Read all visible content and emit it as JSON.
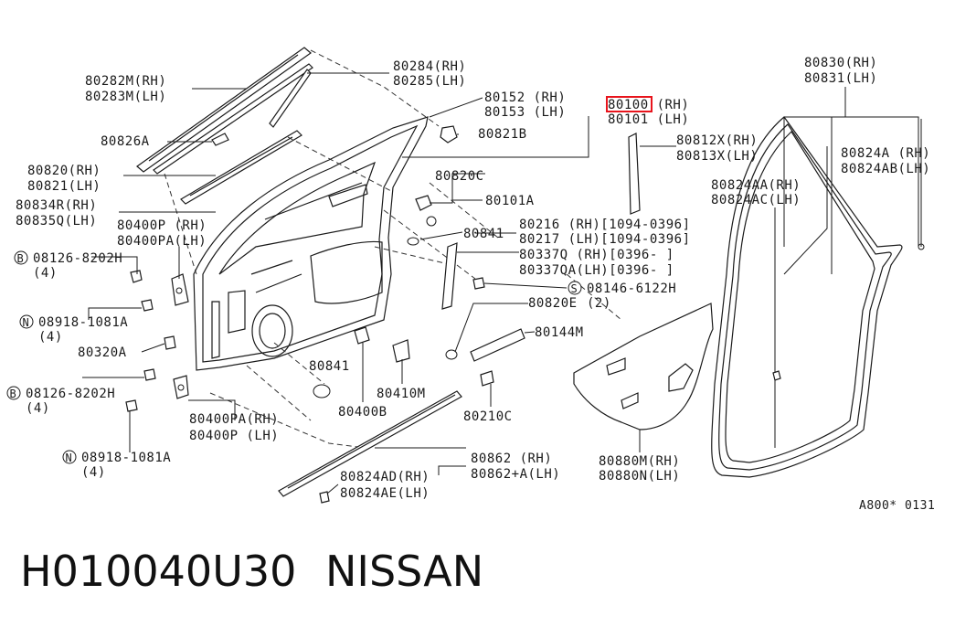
{
  "diagram": {
    "labels": {
      "l80284": "80284(RH)",
      "l80285": "80285(LH)",
      "l80282m": "80282M(RH)",
      "l80283m": "80283M(LH)",
      "l80152": "80152 (RH)",
      "l80153": "80153 (LH)",
      "l80100": "80100 (RH)",
      "l80101": "80101 (LH)",
      "l80830": "80830(RH)",
      "l80831": "80831(LH)",
      "l80826a": "80826A",
      "l80821b": "80821B",
      "l80812x": "80812X(RH)",
      "l80813x": "80813X(LH)",
      "l80824a": "80824A (RH)",
      "l80824ab": "80824AB(LH)",
      "l80820rh": "80820(RH)",
      "l80821lh": "80821(LH)",
      "l80820c": "80820C",
      "l80824aa": "80824AA(RH)",
      "l80824ac": "80824AC(LH)",
      "l80101a": "80101A",
      "l80834r": "80834R(RH)",
      "l80835q": "80835Q(LH)",
      "l80400p_a": "80400P (RH)",
      "l80400pa_a": "80400PA(LH)",
      "l80841_a": "80841",
      "l80216": "80216 (RH)[1094-0396]",
      "l80217": "80217 (LH)[1094-0396]",
      "l80337q": "80337Q (RH)[0396-    ]",
      "l80337qa": "80337QA(LH)[0396-    ]",
      "l08126_a": "08126-8202H",
      "l08126_a_qty": "(4)",
      "l08146": "08146-6122H",
      "l08146_qty": "(2)",
      "l08918_a": "08918-1081A",
      "l08918_a_qty": "(4)",
      "l80820e": "80820E",
      "l80320a": "80320A",
      "l80144m": "80144M",
      "l80841_b": "80841",
      "l08126_b": "08126-8202H",
      "l08126_b_qty": "(4)",
      "l80410m": "80410M",
      "l80400b": "80400B",
      "l80210c": "80210C",
      "l80400pa_b": "80400PA(RH)",
      "l80400p_b": "80400P (LH)",
      "l08918_b": "08918-1081A",
      "l08918_b_qty": "(4)",
      "l80862": "80862   (RH)",
      "l80862a": "80862+A(LH)",
      "l80880m": "80880M(RH)",
      "l80880n": "80880N(LH)",
      "l80824ad": "80824AD(RH)",
      "l80824ae": "80824AE(LH)",
      "ref": "A800* 0131"
    },
    "symbols": {
      "bolt_b": "B",
      "nut_n": "N",
      "screw_s": "S"
    },
    "highlight_color": "#e8141c"
  },
  "footer": {
    "part_number": "H010040U30",
    "brand": "NISSAN"
  }
}
